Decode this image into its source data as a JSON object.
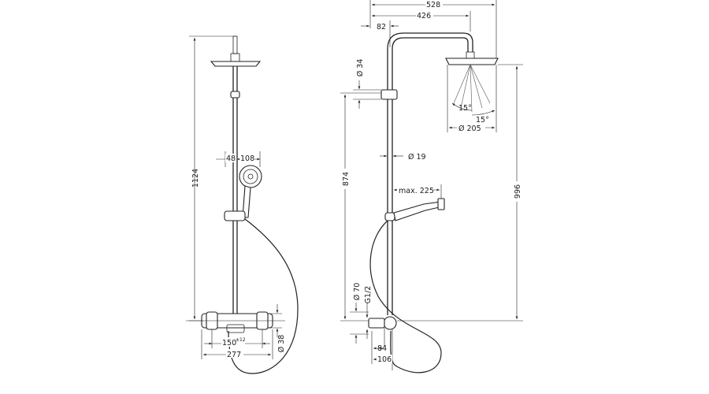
{
  "drawing": {
    "front_view": {
      "total_height": "1124",
      "dim_48": "48",
      "dim_108": "108",
      "spacing": "150",
      "spacing_tol": "±12",
      "total_width": "277",
      "dia_38": "Ø 38"
    },
    "side_view": {
      "width_528": "528",
      "width_426": "426",
      "offset_82": "82",
      "dia_34": "Ø 34",
      "angle_a": "15°",
      "angle_b": "15°",
      "dia_205": "Ø 205",
      "dia_19": "Ø 19",
      "height_874": "874",
      "max_225": "max. 225",
      "height_996": "996",
      "dia_70": "Ø 70",
      "thread": "G1/2",
      "dim_84": "84",
      "dim_106": "106"
    }
  }
}
